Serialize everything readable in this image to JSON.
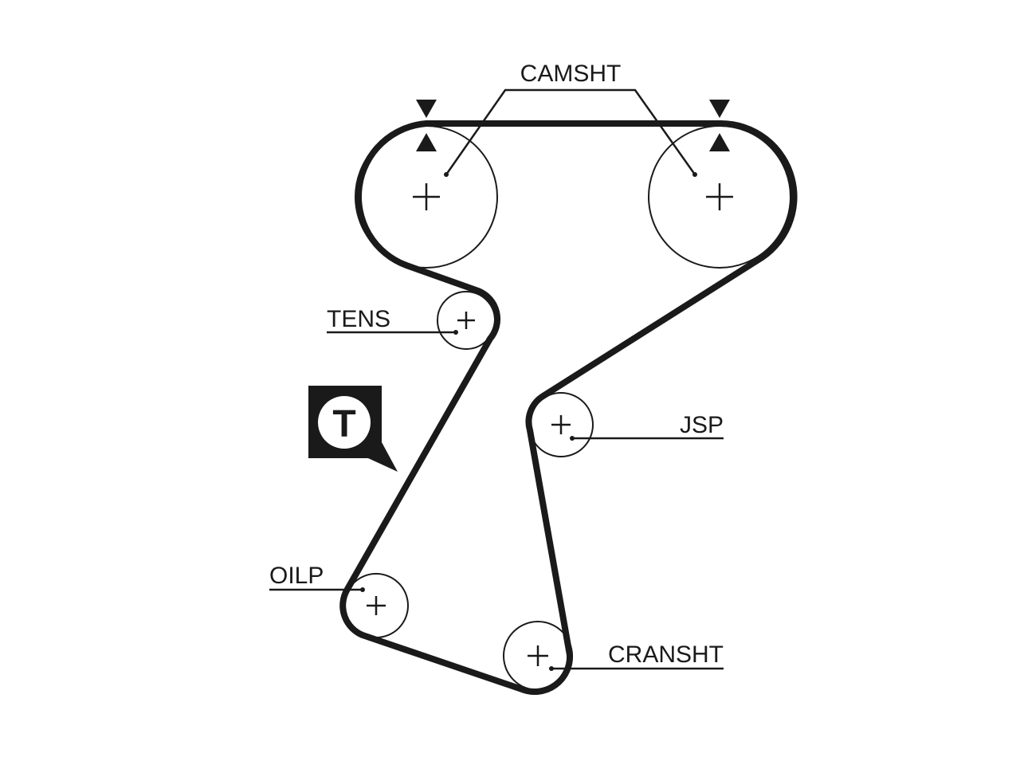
{
  "diagram": {
    "labels": {
      "camshaft": "CAMSHT",
      "tensioner": "TENS",
      "jackshaft": "JSP",
      "oil_pump": "OILP",
      "crankshaft": "CRANSHT"
    },
    "tensioner_badge": {
      "letter": "T"
    },
    "colors": {
      "belt": "#1a1a1a",
      "line": "#1a1a1a",
      "background": "#ffffff"
    }
  }
}
